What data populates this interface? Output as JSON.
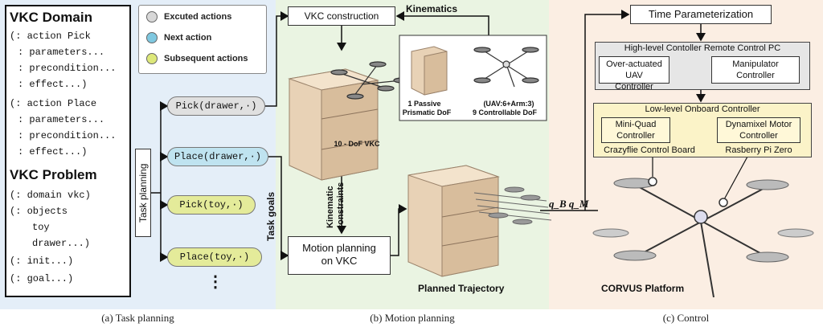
{
  "task": {
    "domain_title": "VKC Domain",
    "domain_lines": [
      "(: action Pick",
      ": parameters...",
      ": precondition...",
      ": effect...)",
      "(: action Place",
      ": parameters...",
      ": precondition...",
      ": effect...)"
    ],
    "problem_title": "VKC Problem",
    "problem_lines": [
      "(: domain vkc)",
      "(: objects",
      "toy",
      "drawer...)",
      "(: init...)",
      "(: goal...)"
    ],
    "legend": [
      {
        "label": "Excuted actions",
        "color": "#d8d8d8"
      },
      {
        "label": "Next action",
        "color": "#7fc8e0"
      },
      {
        "label": "Subsequent actions",
        "color": "#dde87a"
      }
    ],
    "task_planning_label": "Task planning",
    "actions": [
      {
        "label": "Pick(drawer,·)",
        "state": "grey"
      },
      {
        "label": "Place(drawer,·)",
        "state": "blue"
      },
      {
        "label": "Pick(toy,·)",
        "state": "yellow"
      },
      {
        "label": "Place(toy,·)",
        "state": "yellow"
      }
    ],
    "ellipsis": "⋮",
    "caption": "(a) Task planning"
  },
  "motion": {
    "vkc_construction": "VKC construction",
    "kinematics": "Kinematics",
    "passive_label_1": "1 Passive",
    "passive_label_2": "Prismatic DoF",
    "controllable_label_1": "(UAV:6+Arm:3)",
    "controllable_label_2": "9  Controllable DoF",
    "vkc_dof": "10 - DoF VKC",
    "task_goals": "Task goals",
    "kinematic_constraints_1": "Kinematic",
    "kinematic_constraints_2": "constraints",
    "motion_planning_1": "Motion planning",
    "motion_planning_2": "on VKC",
    "planned_trajectory": "Planned Trajectory",
    "q_label": "q_B q_M",
    "caption": "(b) Motion planning"
  },
  "control": {
    "time_param": "Time Parameterization",
    "high_level": "High-level Contoller Remote Control PC",
    "uav_ctrl_1": "Over-actuated UAV",
    "uav_ctrl_2": "Controller",
    "manip_ctrl_1": "Manipulator",
    "manip_ctrl_2": "Controller",
    "low_level": "Low-level Onboard Controller",
    "miniquad_1": "Mini-Quad",
    "miniquad_2": "Controller",
    "crazyflie": "Crazyflie Control Board",
    "dynamixel_1": "Dynamixel Motor",
    "dynamixel_2": "Controller",
    "raspberry": "Rasberry Pi Zero",
    "platform": "CORVUS Platform",
    "caption": "(c) Control"
  },
  "colors": {
    "panel_a": "#e4eef8",
    "panel_b": "#eaf4e2",
    "panel_c": "#fbeee3",
    "high_level_bg": "#e6e6e6",
    "low_level_bg": "#fbf3c8"
  }
}
